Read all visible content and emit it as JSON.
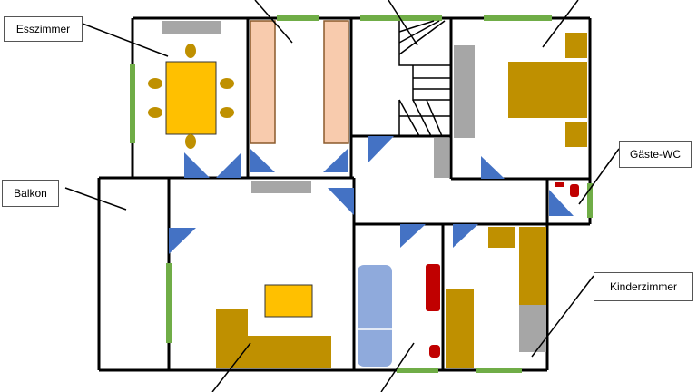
{
  "labels": {
    "dining": "Esszimmer",
    "balcony": "Balkon",
    "guest_wc": "Gäste-WC",
    "kids": "Kinderzimmer"
  },
  "colors": {
    "wall": "#000000",
    "window": "#70ad47",
    "door": "#4472c4",
    "table_yellow": "#ffc000",
    "furniture_brown": "#bf9000",
    "wardrobe_peach": "#f8cbad",
    "gray": "#a6a6a6",
    "bath_blue": "#8faadc",
    "sanitary_red": "#c00000"
  }
}
